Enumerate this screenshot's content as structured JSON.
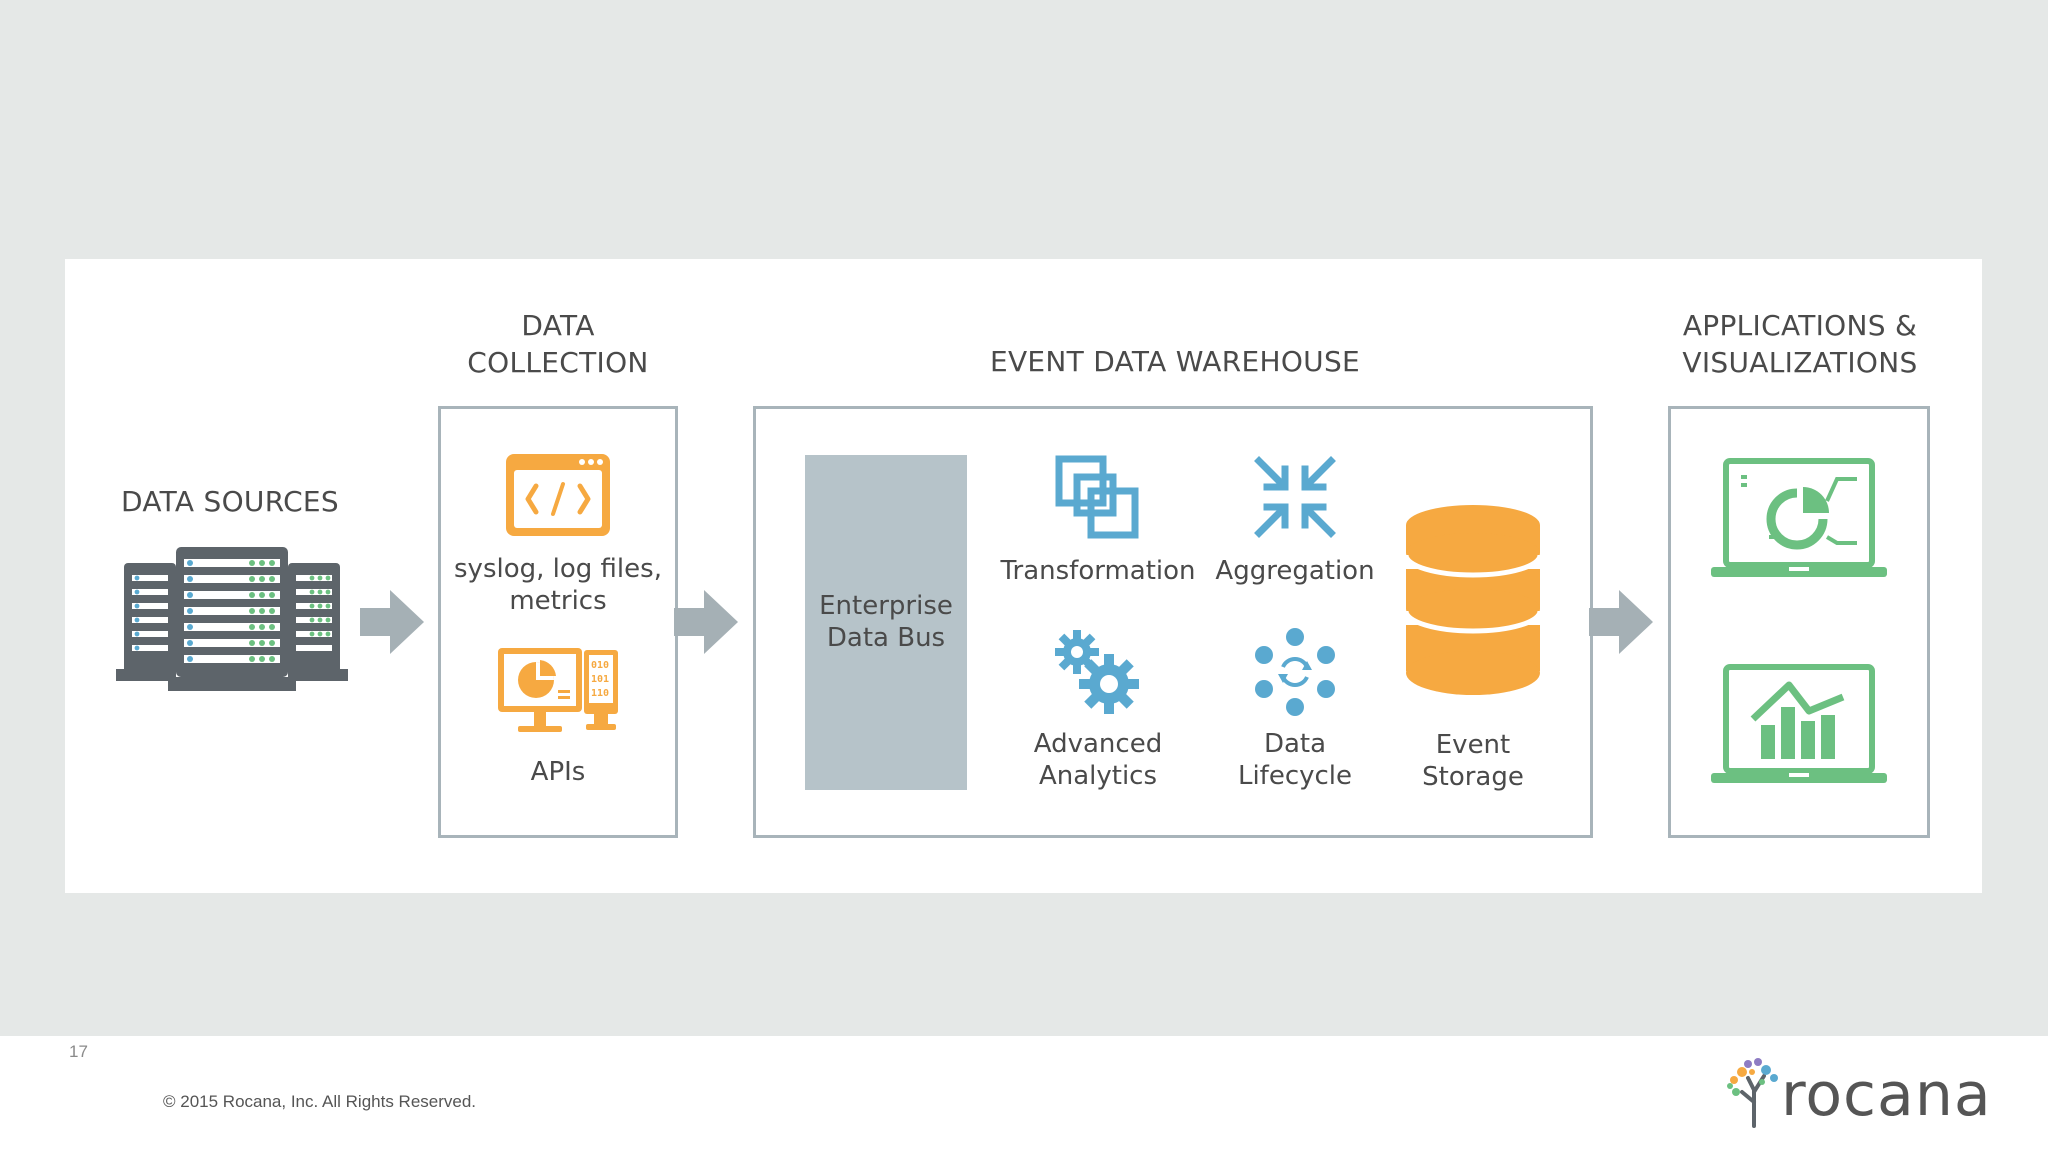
{
  "headings": {
    "data_sources": "DATA SOURCES",
    "data_collection": [
      "DATA",
      "COLLECTION"
    ],
    "event_data_warehouse": "EVENT DATA WAREHOUSE",
    "applications": [
      "APPLICATIONS &",
      "VISUALIZATIONS"
    ]
  },
  "collection": {
    "syslog": [
      "syslog, log files,",
      "metrics"
    ],
    "apis": "APIs"
  },
  "warehouse": {
    "bus": [
      "Enterprise",
      "Data Bus"
    ],
    "transformation": "Transformation",
    "aggregation": "Aggregation",
    "analytics": [
      "Advanced",
      "Analytics"
    ],
    "lifecycle": [
      "Data",
      "Lifecycle"
    ],
    "storage": [
      "Event",
      "Storage"
    ]
  },
  "footer": {
    "page_number": "17",
    "copyright": "© 2015 Rocana, Inc. All Rights Reserved.",
    "logo": "rocana"
  },
  "colors": {
    "orange": "#f6a941",
    "blue": "#5aa9d0",
    "green": "#6cc081",
    "grey_box": "#b6c3c9",
    "arrow": "#a5b0b5",
    "server": "#5d646a"
  },
  "icons": [
    "server-rack-icon",
    "code-window-icon",
    "api-computer-icon",
    "transformation-icon",
    "aggregation-icon",
    "gears-icon",
    "lifecycle-icon",
    "database-icon",
    "laptop-chart-icon",
    "laptop-bar-chart-icon",
    "arrow-right-icon"
  ]
}
